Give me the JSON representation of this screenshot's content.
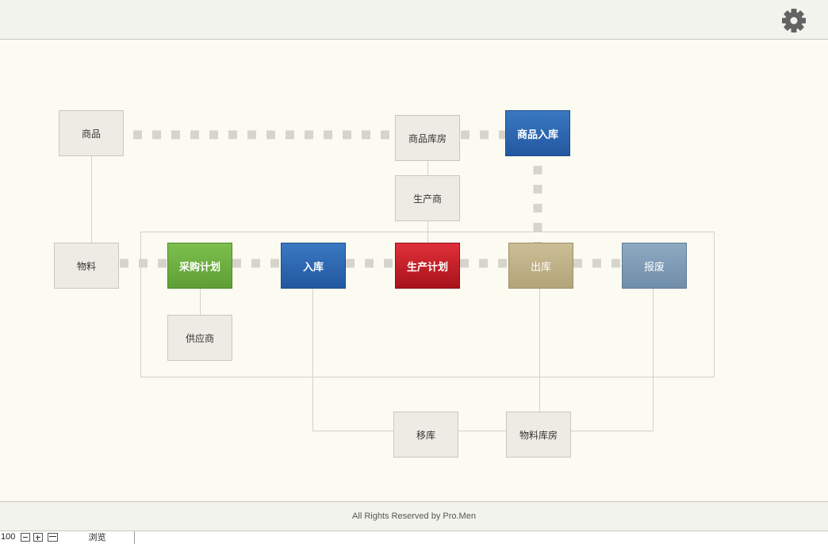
{
  "toolbar": {
    "settings_icon": "gear-icon"
  },
  "diagram": {
    "nodes": {
      "shangpin": "商品",
      "shangpin_kufang": "商品库房",
      "shangpin_ruku": "商品入库",
      "shengchanshang": "生产商",
      "wuliao": "物料",
      "caigou_jihua": "采购计划",
      "ruku": "入库",
      "shengchan_jihua": "生产计划",
      "chuku": "出库",
      "baofei": "报废",
      "gongyingshang": "供应商",
      "yiku": "移库",
      "wuliao_kufang": "物料库房"
    }
  },
  "footer": {
    "text": "All Rights Reserved by Pro.Men"
  },
  "statusbar": {
    "zoom": "100",
    "mode_tab": "浏览"
  },
  "colors": {
    "green": "#6aae40",
    "blue": "#2a66b0",
    "red": "#c21c25",
    "tan": "#bfb088",
    "steel": "#7f9db6",
    "connector": "#d6d4cb"
  }
}
